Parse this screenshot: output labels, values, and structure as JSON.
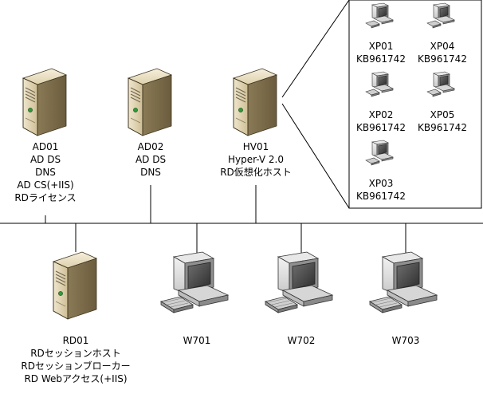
{
  "servers": [
    {
      "id": "ad01",
      "lines": [
        "AD01",
        "AD DS",
        "DNS",
        "AD CS(+IIS)",
        "RDライセンス"
      ]
    },
    {
      "id": "ad02",
      "lines": [
        "AD02",
        "AD DS",
        "DNS"
      ]
    },
    {
      "id": "hv01",
      "lines": [
        "HV01",
        "Hyper-V 2.0",
        "RD仮想化ホスト"
      ]
    },
    {
      "id": "rd01",
      "lines": [
        "RD01",
        "RDセッションホスト",
        "RDセッションブローカー",
        "RD Webアクセス(+IIS)"
      ]
    }
  ],
  "clients": [
    {
      "id": "w701",
      "label": "W701"
    },
    {
      "id": "w702",
      "label": "W702"
    },
    {
      "id": "w703",
      "label": "W703"
    }
  ],
  "vms": [
    {
      "id": "xp01",
      "lines": [
        "XP01",
        "KB961742"
      ]
    },
    {
      "id": "xp04",
      "lines": [
        "XP04",
        "KB961742"
      ]
    },
    {
      "id": "xp02",
      "lines": [
        "XP02",
        "KB961742"
      ]
    },
    {
      "id": "xp05",
      "lines": [
        "XP05",
        "KB961742"
      ]
    },
    {
      "id": "xp03",
      "lines": [
        "XP03",
        "KB961742"
      ]
    }
  ]
}
